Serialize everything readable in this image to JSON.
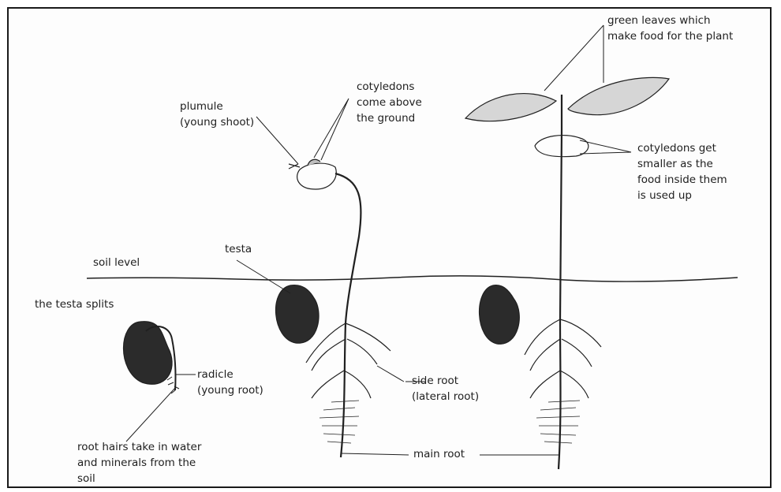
{
  "labels": {
    "green_leaves": [
      "green leaves which",
      "make food for the plant"
    ],
    "cotyledons_above": [
      "cotyledons",
      "come above",
      "the ground"
    ],
    "plumule": [
      "plumule",
      "(young shoot)"
    ],
    "cotyledons_smaller": [
      "cotyledons get",
      "smaller as the",
      "food inside them",
      "is used up"
    ],
    "testa": "testa",
    "soil_level": "soil level",
    "testa_splits": "the testa splits",
    "radicle": [
      "radicle",
      "(young root)"
    ],
    "side_root": [
      "side root",
      "(lateral root)"
    ],
    "main_root": "main root",
    "root_hairs": [
      "root hairs take in water",
      "and minerals from the",
      "soil"
    ]
  },
  "colors": {
    "ink": "#202020",
    "leaf_fill": "#d6d6d6",
    "seed_fill": "#2b2b2b"
  }
}
